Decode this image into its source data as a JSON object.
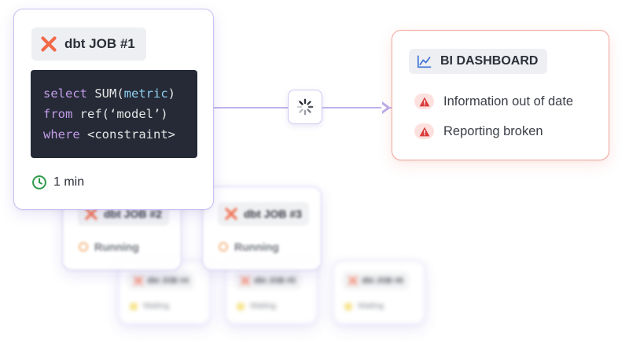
{
  "main_job": {
    "title": "dbt JOB #1",
    "code": {
      "line1_kw": "select",
      "line1_fn": " SUM(",
      "line1_arg": "metric",
      "line1_end": ")",
      "line2_kw": "from",
      "line2_rest": " ref(‘model’)",
      "line3_kw": "where",
      "line3_rest": " <constraint>"
    },
    "duration": "1 min",
    "icon": "dbt-logo-icon",
    "duration_icon": "clock-icon"
  },
  "dashboard": {
    "title": "BI DASHBOARD",
    "icon": "line-chart-icon",
    "alerts": [
      {
        "text": "Information out of date",
        "icon": "warning-icon"
      },
      {
        "text": "Reporting broken",
        "icon": "warning-icon"
      }
    ]
  },
  "connector": {
    "icon": "spinner-icon"
  },
  "running_jobs": [
    {
      "title": "dbt JOB #2",
      "status": "Running"
    },
    {
      "title": "dbt JOB #3",
      "status": "Running"
    }
  ],
  "waiting_jobs": [
    {
      "title": "dbt JOB #4",
      "status": "Waiting"
    },
    {
      "title": "dbt JOB #5",
      "status": "Waiting"
    },
    {
      "title": "dbt JOB #6",
      "status": "Waiting"
    }
  ],
  "colors": {
    "accent_purple": "#c9bff1",
    "dbt_orange": "#f16a4a",
    "alert_red": "#d93b3b",
    "clock_green": "#2e9a4a",
    "running_orange": "#f2b27a",
    "waiting_yellow": "#f4dd6a"
  }
}
